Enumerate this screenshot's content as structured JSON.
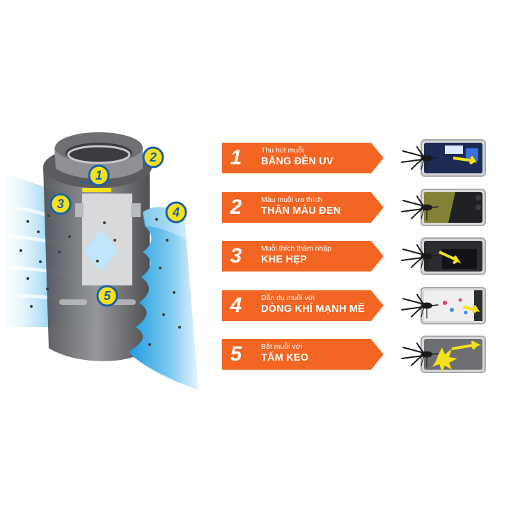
{
  "device_markers": [
    "1",
    "2",
    "3",
    "4",
    "5"
  ],
  "steps": [
    {
      "number": "1",
      "subtitle": "Thu hút muỗi",
      "title": "BẰNG ĐÈN UV",
      "thumb_icon": "uv-lamp-icon"
    },
    {
      "number": "2",
      "subtitle": "Màu muỗi ưa thích",
      "title": "THÂN MÀU ĐEN",
      "thumb_icon": "black-body-icon"
    },
    {
      "number": "3",
      "subtitle": "Muỗi thích thâm nhập",
      "title": "KHE HẸP",
      "thumb_icon": "narrow-gap-icon"
    },
    {
      "number": "4",
      "subtitle": "Dẫn dụ muỗi với",
      "title": "DÒNG KHÍ MẠNH MẼ",
      "thumb_icon": "airflow-icon"
    },
    {
      "number": "5",
      "subtitle": "Bắt muỗi với",
      "title": "TẤM KEO",
      "thumb_icon": "glue-sheet-icon"
    }
  ],
  "colors": {
    "banner_orange": "#f26522",
    "marker_yellow": "#f5e11a",
    "marker_blue": "#1a5fa8",
    "air_blue": "#5bb8ea",
    "device_grey": "#8a8c90"
  }
}
